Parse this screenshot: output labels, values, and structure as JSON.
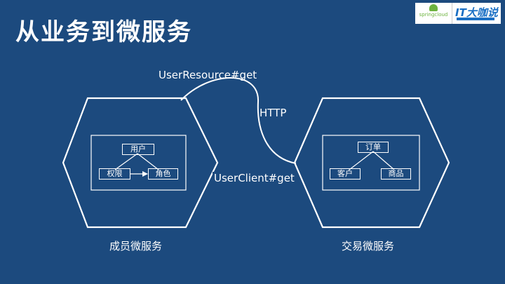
{
  "slide": {
    "title": "从业务到微服务"
  },
  "logos": {
    "spring_name": "springcloud",
    "it_name": "IT大咖说"
  },
  "diagram": {
    "call_top_label": "UserResource#get",
    "protocol_label": "HTTP",
    "call_bottom_label": "UserClient#get",
    "left_service": {
      "name": "成员微服务",
      "entities": {
        "top": "用户",
        "left": "权限",
        "right": "角色"
      }
    },
    "right_service": {
      "name": "交易微服务",
      "entities": {
        "top": "订单",
        "left": "客户",
        "right": "商品"
      }
    }
  }
}
